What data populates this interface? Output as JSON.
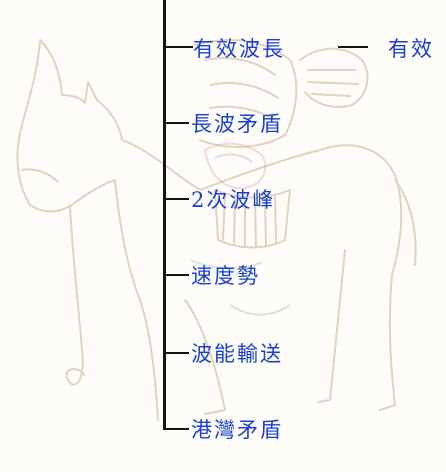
{
  "diagram": {
    "root_connector_color": "#141414",
    "label_color": "#1a3fd0",
    "nodes": [
      {
        "label": "有效波長",
        "continuation": "有效"
      },
      {
        "label": "長波矛盾"
      },
      {
        "label": "2次波峰"
      },
      {
        "label": "速度勢"
      },
      {
        "label": "波能輸送"
      },
      {
        "label": "港灣矛盾"
      }
    ]
  }
}
